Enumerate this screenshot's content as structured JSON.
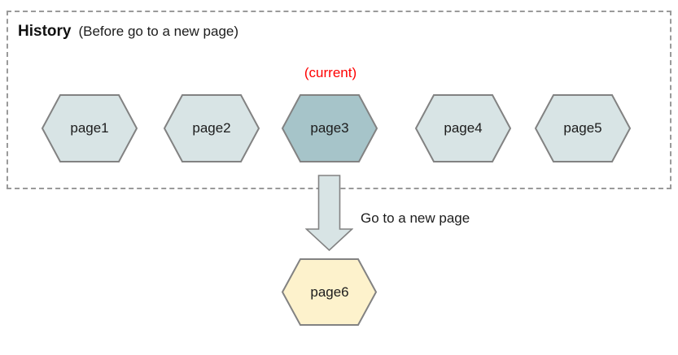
{
  "header": {
    "title": "History",
    "subtitle": "(Before go to a new page)"
  },
  "history": {
    "current_marker": "(current)",
    "pages": [
      {
        "label": "page1",
        "state": "visited"
      },
      {
        "label": "page2",
        "state": "visited"
      },
      {
        "label": "page3",
        "state": "current"
      },
      {
        "label": "page4",
        "state": "visited"
      },
      {
        "label": "page5",
        "state": "visited"
      }
    ]
  },
  "action": {
    "arrow_label": "Go to a new page",
    "new_page_label": "page6"
  },
  "colors": {
    "page_fill": "#d8e4e5",
    "current_page_fill": "#a6c4c9",
    "new_page_fill": "#fdf2cc",
    "shape_stroke": "#828282",
    "current_marker_text": "#ff0000",
    "box_border": "#9a9a9a",
    "text": "#1c1c1c"
  }
}
